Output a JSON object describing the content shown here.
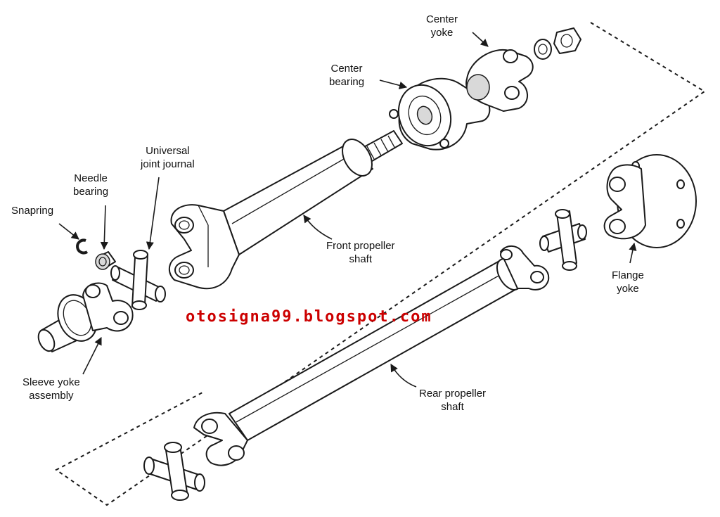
{
  "labels": {
    "center_yoke": [
      "Center",
      "yoke"
    ],
    "center_bearing": [
      "Center",
      "bearing"
    ],
    "universal_joint_journal": [
      "Universal",
      "joint journal"
    ],
    "needle_bearing": [
      "Needle",
      "bearing"
    ],
    "snapring": [
      "Snapring"
    ],
    "front_propeller_shaft": [
      "Front propeller",
      "shaft"
    ],
    "flange_yoke": [
      "Flange",
      "yoke"
    ],
    "sleeve_yoke_assembly": [
      "Sleeve yoke",
      "assembly"
    ],
    "rear_propeller_shaft": [
      "Rear propeller",
      "shaft"
    ]
  },
  "watermark": "otosigna99.blogspot.com",
  "colors": {
    "line": "#1a1a1a",
    "watermark": "#cc0000",
    "background": "#ffffff"
  }
}
